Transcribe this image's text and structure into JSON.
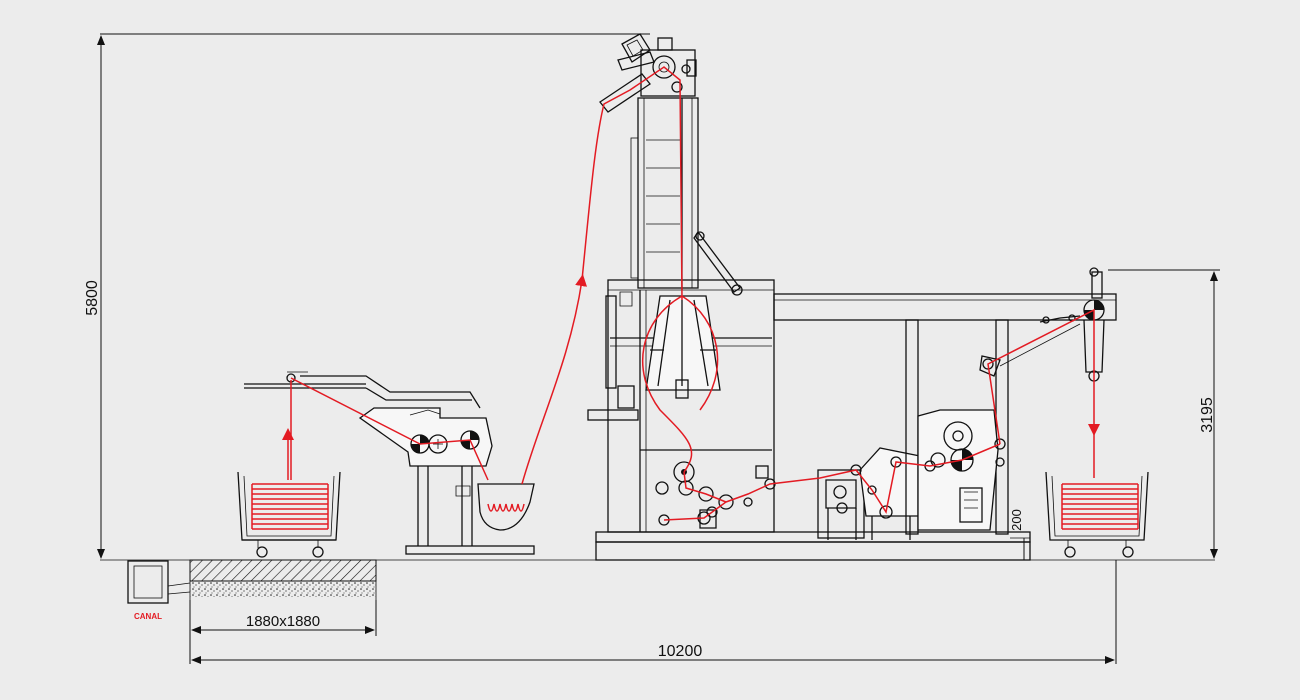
{
  "dimensions": {
    "total_height": "5800",
    "right_height": "3195",
    "base_offset": "200",
    "pit_size": "1880x1880",
    "total_length": "10200"
  },
  "labels": {
    "canal": "CANAL"
  },
  "colors": {
    "line": "#111111",
    "fabric_path": "#e31b23",
    "background": "#ececec"
  }
}
